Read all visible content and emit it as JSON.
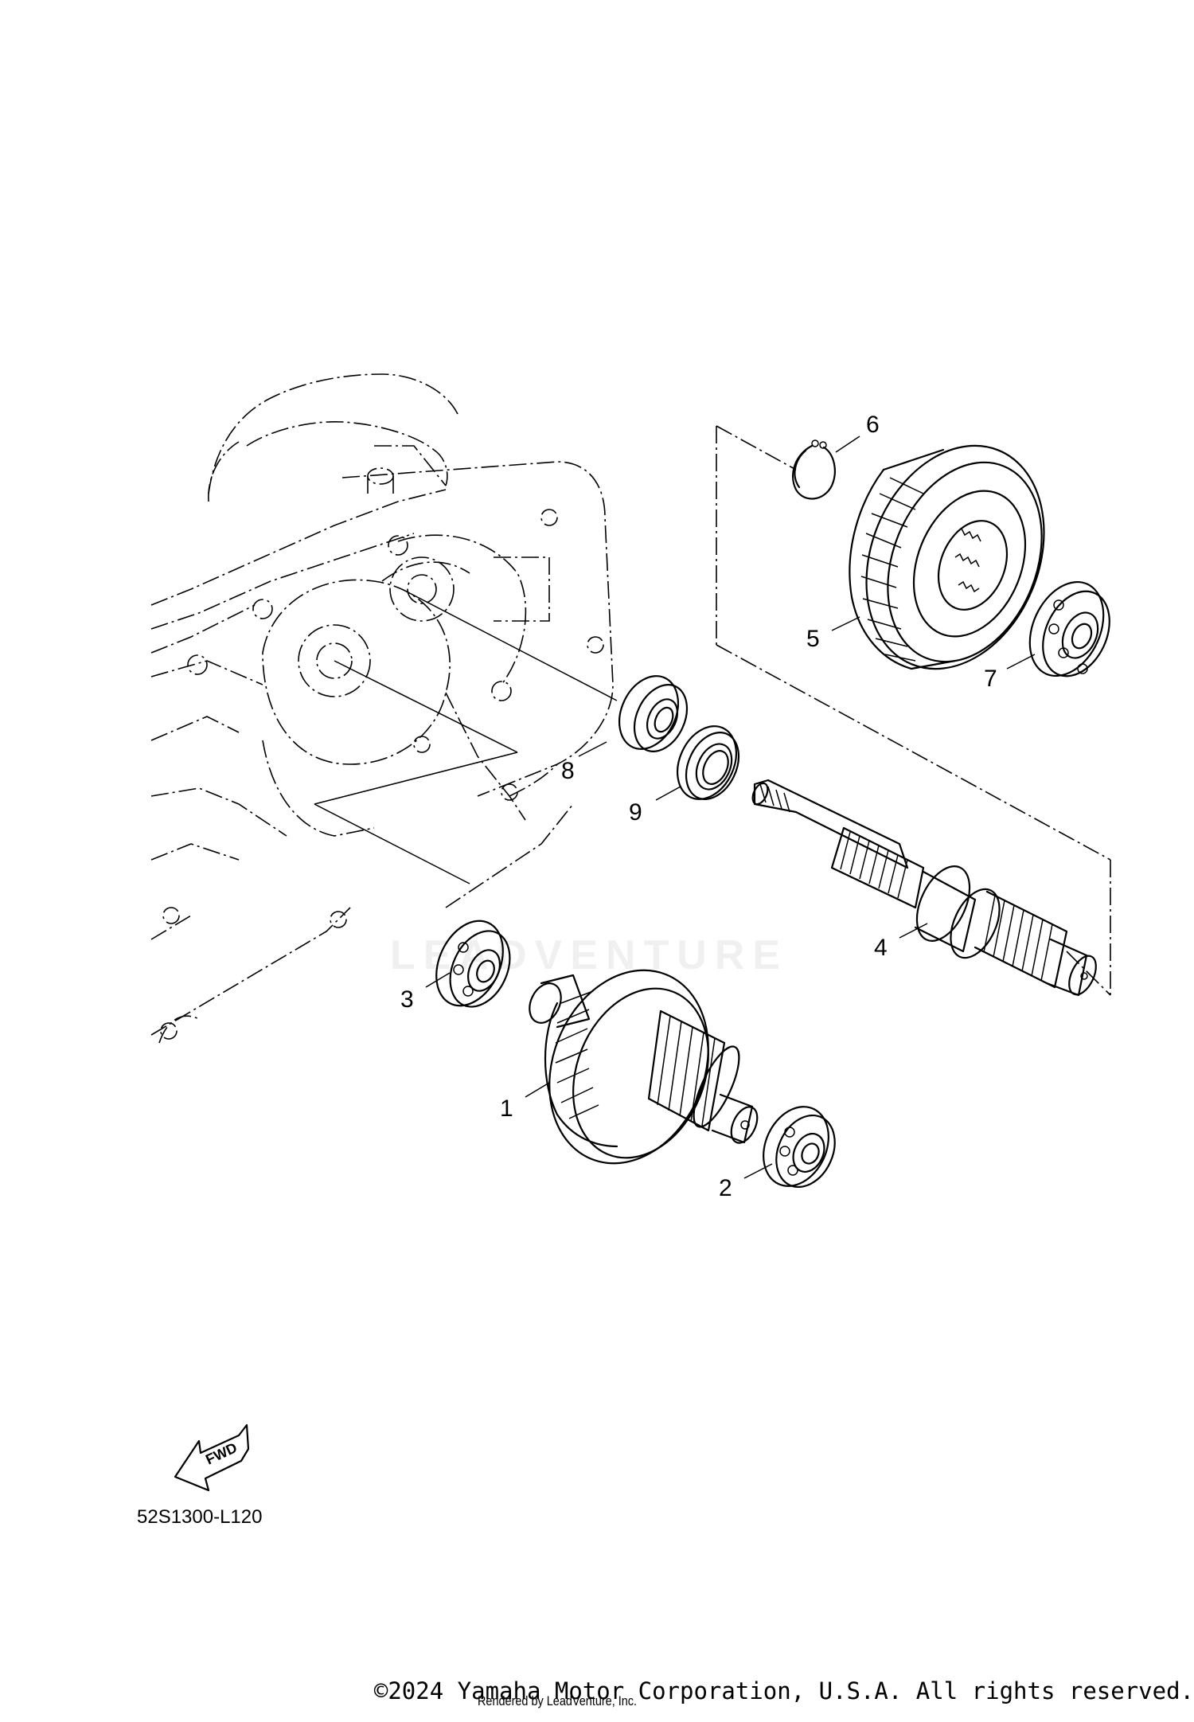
{
  "diagram_code": "52S1300-L120",
  "fwd_label": "FWD",
  "copyright": "©2024 Yamaha Motor Corporation, U.S.A. All rights reserved.",
  "rendered_by": "Rendered by LeadVenture, Inc.",
  "watermark": "LEADVENTURE",
  "callouts": [
    "1",
    "2",
    "3",
    "4",
    "5",
    "6",
    "7",
    "8",
    "9"
  ]
}
